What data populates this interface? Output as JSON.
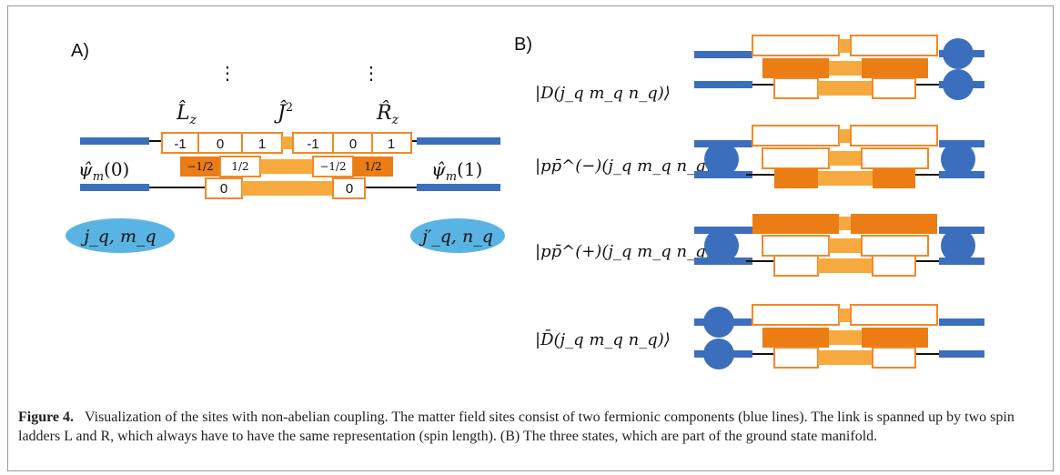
{
  "colors": {
    "blue": "#3b6fbd",
    "light_blue": "#5ab4e3",
    "orange": "#f0892a",
    "orange_dark": "#ec7d14",
    "orange_light": "#f6a93f"
  },
  "panel_a": {
    "label": "A)",
    "dots": "⋮",
    "op_lz": "L̂",
    "op_lz_sub": "z",
    "op_j2": "Ĵ",
    "op_j2_sup": "2",
    "op_rz": "R̂",
    "op_rz_sub": "z",
    "left_row": [
      "-1",
      "0",
      "1"
    ],
    "right_row": [
      "-1",
      "0",
      "1"
    ],
    "left_half": [
      "−1/2",
      "1/2"
    ],
    "right_half": [
      "−1/2",
      "1/2"
    ],
    "bottom_left": "0",
    "bottom_right": "0",
    "psi_left": "ψ̂",
    "psi_left_sub": "m",
    "psi_left_arg": "(0)",
    "psi_right": "ψ̂",
    "psi_right_sub": "m",
    "psi_right_arg": "(1)",
    "ellipse_left": "j_q, m_q",
    "ellipse_right": "j′_q, n_q"
  },
  "panel_b": {
    "label": "B)",
    "states": [
      "|D(j_q m_q n_q)⟩",
      "|pp̄^(−)(j_q m_q n_q)⟩",
      "|pp̄^(+)(j_q m_q n_q)⟩",
      "|D̄(j_q m_q n_q)⟩"
    ]
  },
  "caption": {
    "label": "Figure 4.",
    "text": "Visualization of the sites with non-abelian coupling. The matter field sites consist of two fermionic components (blue lines). The link is spanned up by two spin ladders L and R, which always have to have the same representation (spin length). (B) The three states, which are part of the ground state manifold."
  }
}
